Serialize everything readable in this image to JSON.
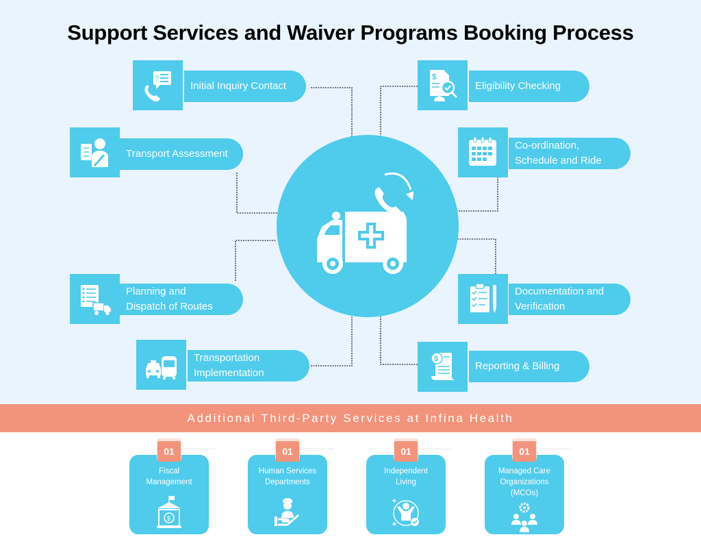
{
  "title": "Support Services and Waiver Programs Booking Process",
  "colors": {
    "primary": "#4fcbeb",
    "accent": "#f2937b",
    "background": "#eaf4fe",
    "connector": "#444b55"
  },
  "hub": {
    "icon": "ambulance-phone-icon"
  },
  "steps": [
    {
      "label": "Initial Inquiry Contact",
      "icon": "phone-chat-icon"
    },
    {
      "label": "Transport Assessment",
      "icon": "assessment-clipboard-person-icon"
    },
    {
      "label": "Planning and Dispatch of Routes",
      "line1": "Planning and",
      "line2": "Dispatch of Routes",
      "icon": "checklist-delivery-truck-icon"
    },
    {
      "label": "Transportation Implementation",
      "line1": "Transportation",
      "line2": "Implementation",
      "icon": "taxi-bus-icon"
    },
    {
      "label": "Eligibility Checking",
      "icon": "document-search-check-icon"
    },
    {
      "label": "Co-ordination, Schedule and Ride",
      "line1": "Co-ordination,",
      "line2": "Schedule and Ride",
      "icon": "calendar-icon"
    },
    {
      "label": "Documentation and Verification",
      "line1": "Documentation and",
      "line2": "Verification",
      "icon": "clipboard-pen-icon"
    },
    {
      "label": "Reporting & Billing",
      "icon": "bill-receipt-icon"
    }
  ],
  "band": {
    "label": "Additional Third-Party Services at Infina Health"
  },
  "services": [
    {
      "badge": "01",
      "line1": "Fiscal",
      "line2": "Management",
      "line3": "",
      "icon": "bank-dollar-icon"
    },
    {
      "badge": "01",
      "line1": "Human Services",
      "line2": "Departments",
      "line3": "",
      "icon": "hand-person-icon"
    },
    {
      "badge": "01",
      "line1": "Independent",
      "line2": "Living",
      "line3": "",
      "icon": "person-arms-up-check-icon"
    },
    {
      "badge": "01",
      "line1": "Managed Care",
      "line2": "Organizations",
      "line3": "(MCOs)",
      "icon": "people-gear-icon"
    }
  ]
}
